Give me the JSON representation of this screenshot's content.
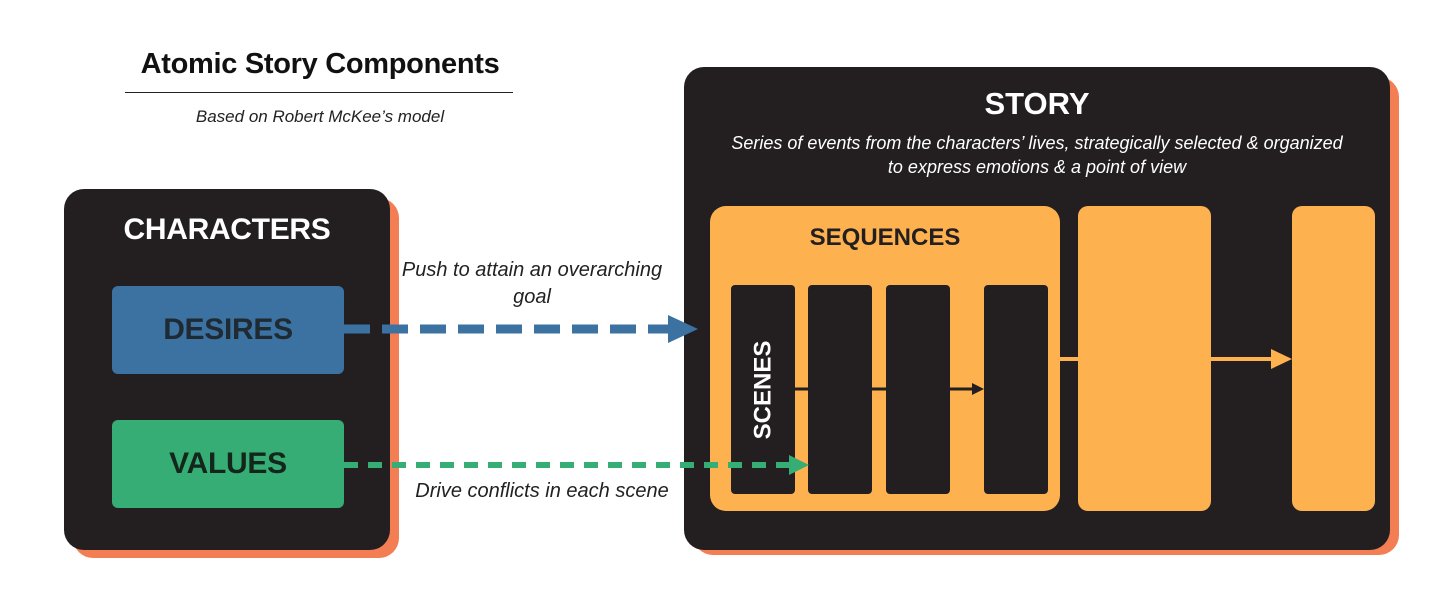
{
  "header": {
    "title": "Atomic Story Components",
    "subtitle": "Based on Robert McKee’s model"
  },
  "characters": {
    "title": "CHARACTERS",
    "desires": "DESIRES",
    "values": "VALUES"
  },
  "arrows": {
    "desires_label": "Push to attain an overarching goal",
    "values_label": "Drive conflicts in each scene"
  },
  "story": {
    "title": "STORY",
    "description": "Series of events from the characters’ lives, strategically selected & organized to express emotions & a point of view",
    "sequences_label": "SEQUENCES",
    "scenes_label": "SCENES"
  },
  "colors": {
    "panel": "#231f20",
    "shadow": "#f47e54",
    "desires": "#3b72a2",
    "values": "#36ad75",
    "sequence": "#fdb24f"
  }
}
